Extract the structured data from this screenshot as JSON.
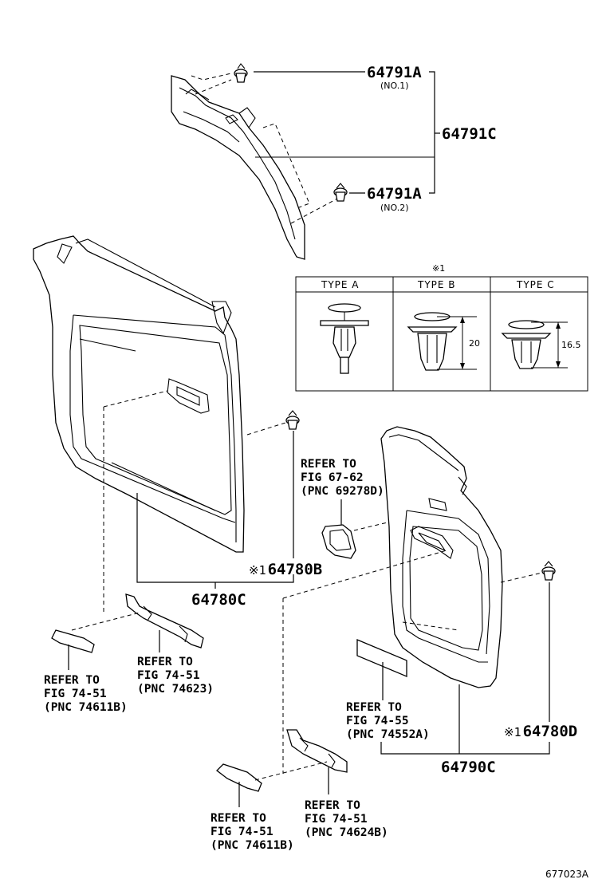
{
  "parts": {
    "p64791A_1": "64791A",
    "p64791A_1_note": "(NO.1)",
    "p64791C": "64791C",
    "p64791A_2": "64791A",
    "p64791A_2_note": "(NO.2)",
    "p64780B": "64780B",
    "p64780C": "64780C",
    "p64780D": "64780D",
    "p64790C": "64790C"
  },
  "mark": "※1",
  "table": {
    "header_mark": "※1",
    "types": [
      "TYPE  A",
      "TYPE  B",
      "TYPE  C"
    ],
    "dim_b": "20",
    "dim_c": "16.5"
  },
  "refs": {
    "r1": [
      "REFER TO",
      "FIG 67-62",
      "(PNC 69278D)"
    ],
    "r2": [
      "REFER TO",
      "FIG 74-51",
      "(PNC 74623)"
    ],
    "r3": [
      "REFER TO",
      "FIG 74-51",
      "(PNC 74611B)"
    ],
    "r4": [
      "REFER TO",
      "FIG 74-55",
      "(PNC 74552A)"
    ],
    "r5": [
      "REFER TO",
      "FIG 74-51",
      "(PNC 74624B)"
    ],
    "r6": [
      "REFER TO",
      "FIG 74-51",
      "(PNC 74611B)"
    ]
  },
  "figure_code": "677023A"
}
